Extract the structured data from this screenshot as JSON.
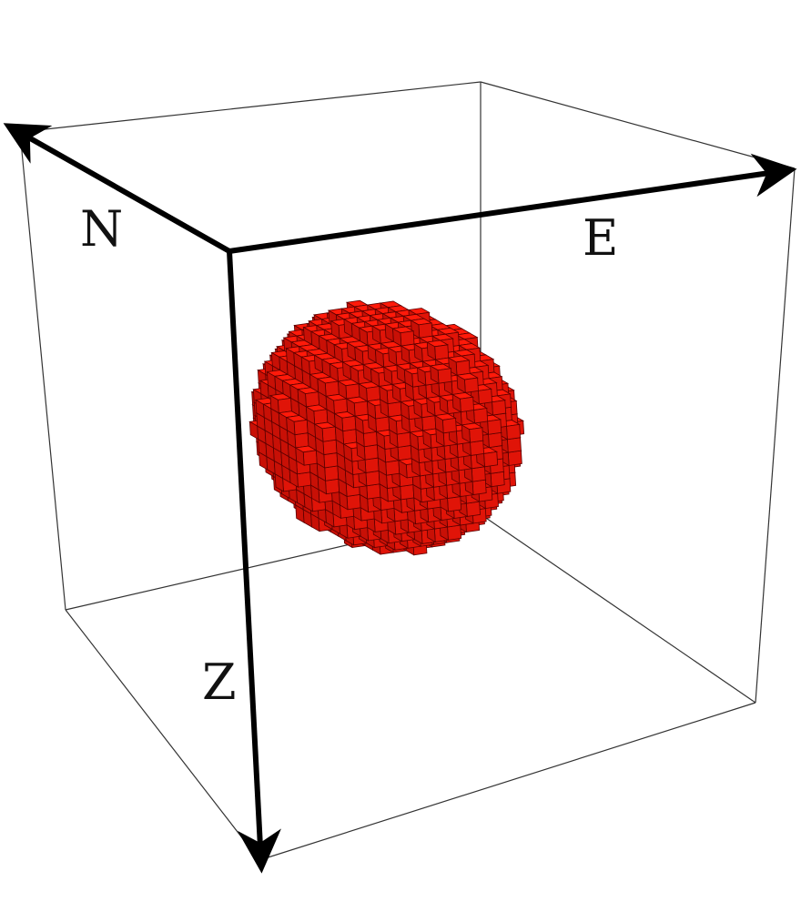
{
  "axes": {
    "north": {
      "label": "N"
    },
    "east": {
      "label": "E"
    },
    "depth": {
      "label": "Z"
    }
  },
  "voxel_body": {
    "description_shape": "sphere",
    "color": "#ff1a0a",
    "edge_color": "#5a0000"
  },
  "colors": {
    "box_edges": "#333333",
    "arrows": "#000000",
    "background": "#ffffff"
  }
}
